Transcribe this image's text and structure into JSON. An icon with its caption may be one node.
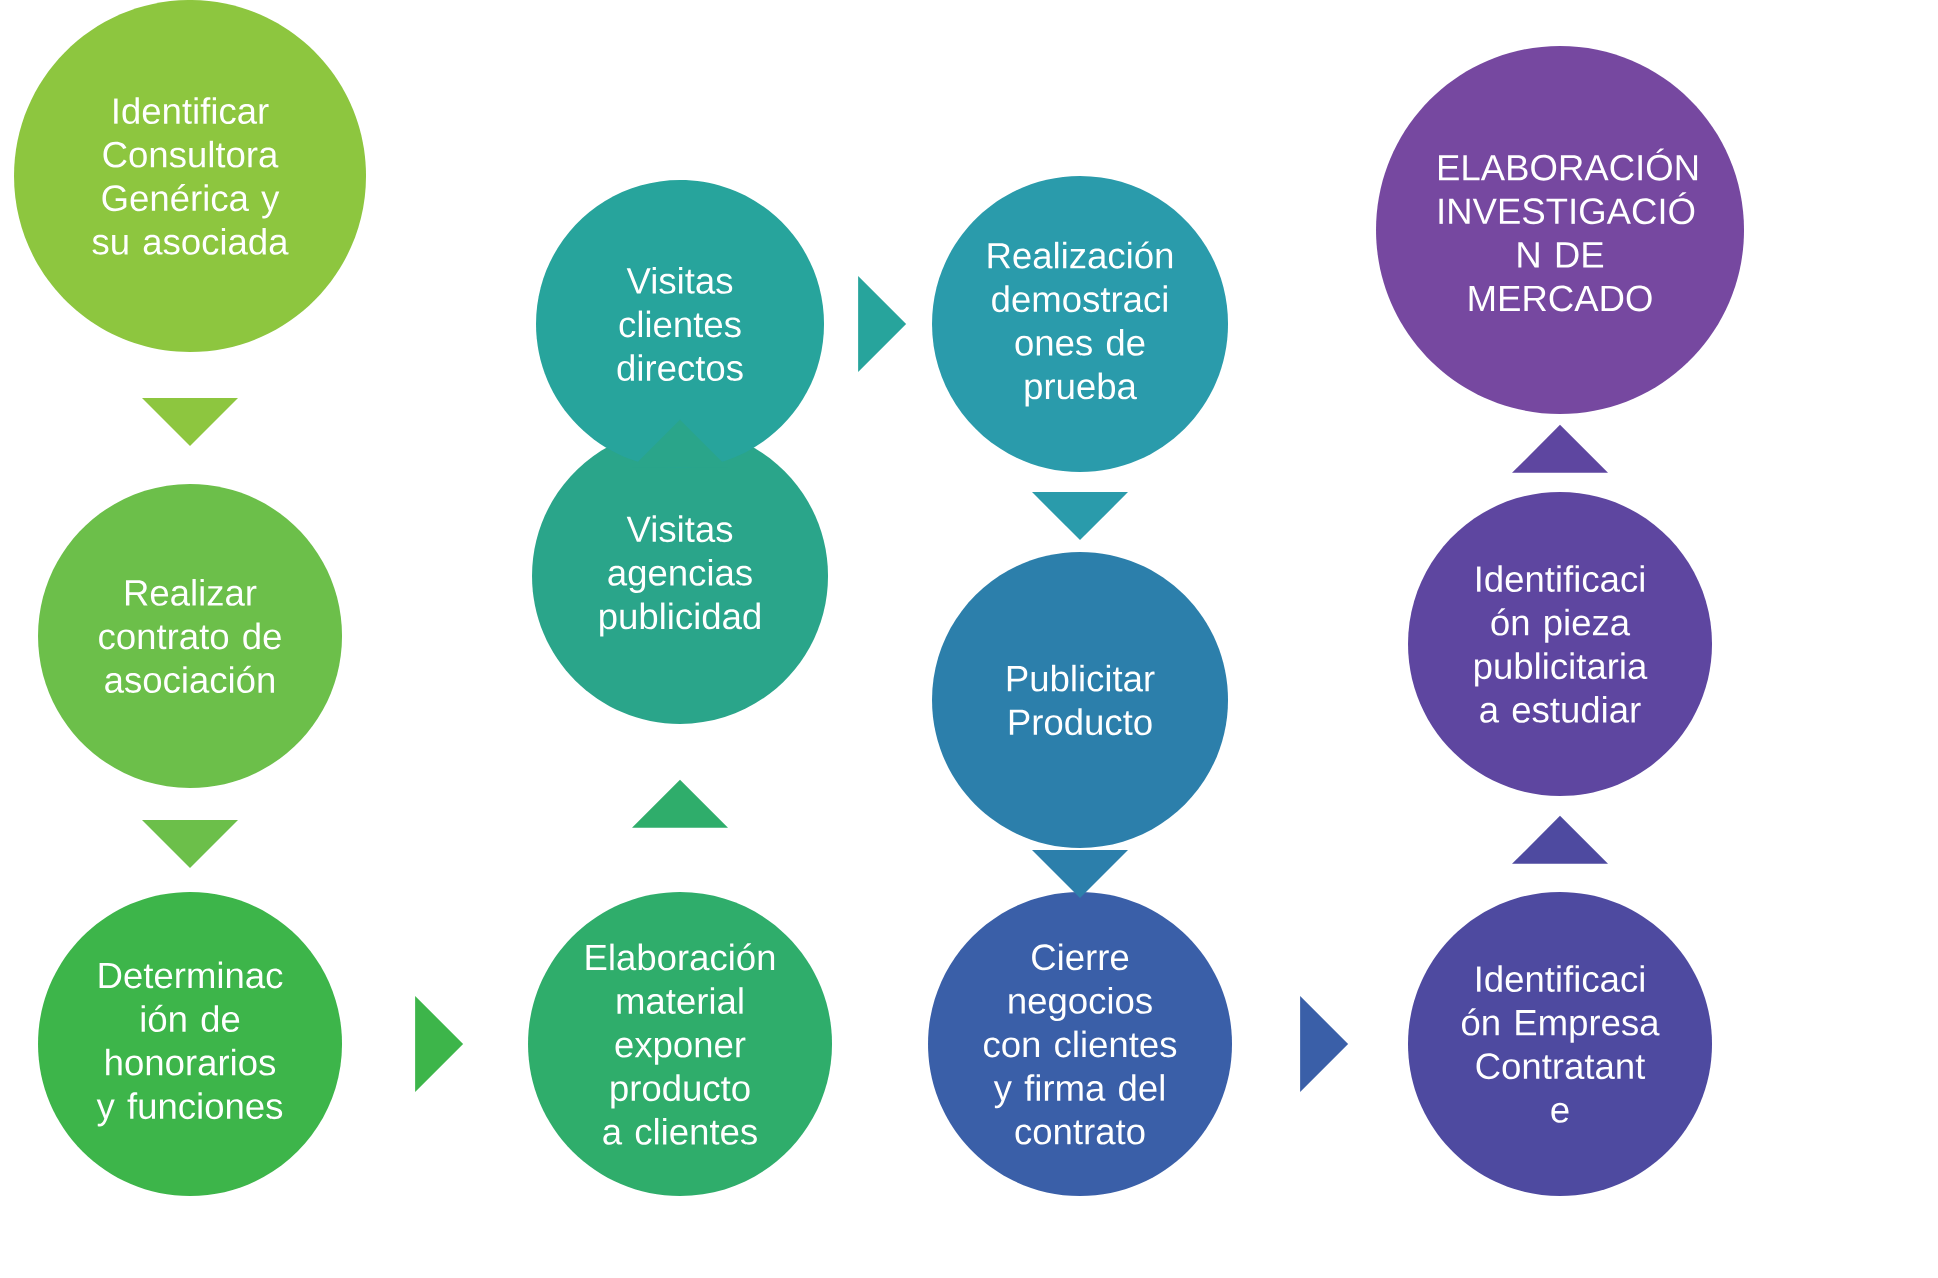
{
  "diagram": {
    "nodes": [
      {
        "text": [
          "Identificar Consultora Genérica y su asociada"
        ]
      },
      {
        "text": [
          "Realizar contrato de asociación"
        ]
      },
      {
        "text": [
          "Determinac ión de honorarios y funciones"
        ]
      },
      {
        "text": [
          "Elaboración material exponer producto a clientes"
        ]
      },
      {
        "text": [
          "Visitas agencias publicidad"
        ]
      },
      {
        "text": [
          "Visitas clientes directos"
        ]
      },
      {
        "text": [
          "Realización demostraci ones de prueba"
        ]
      },
      {
        "text": [
          "Publicitar Producto"
        ]
      },
      {
        "text": [
          "Cierre negocios con clientes y firma del contrato"
        ]
      },
      {
        "text": [
          "Identificaci ón Empresa Contratant e"
        ]
      },
      {
        "text": [
          "Identificaci ón pieza publicitaria a estudiar"
        ]
      },
      {
        "text": [
          "ELABORACIÓN INVESTIGACIÓ N DE MERCADO"
        ]
      }
    ],
    "edges": [
      {
        "from": 0,
        "to": 1,
        "arrow": "to",
        "color": "#8dc63f"
      },
      {
        "from": 1,
        "to": 2,
        "arrow": "to",
        "color": "#6cbf4a"
      },
      {
        "from": 2,
        "to": 3,
        "arrow": "to",
        "color": "#3db54a"
      },
      {
        "from": 3,
        "to": 4,
        "arrow": "to",
        "color": "#2fad6b"
      },
      {
        "from": 4,
        "to": 5,
        "arrow": "to",
        "color": "#2aa58a"
      },
      {
        "from": 5,
        "to": 6,
        "arrow": "to",
        "color": "#27a49c"
      },
      {
        "from": 6,
        "to": 7,
        "arrow": "to",
        "color": "#2a9bab"
      },
      {
        "from": 7,
        "to": 8,
        "arrow": "to",
        "color": "#2c7fab"
      },
      {
        "from": 8,
        "to": 9,
        "arrow": "to",
        "color": "#3a5fa8"
      },
      {
        "from": 9,
        "to": 10,
        "arrow": "to",
        "color": "#4e4aa0"
      },
      {
        "from": 10,
        "to": 11,
        "arrow": "to",
        "color": "#5e46a0"
      }
    ]
  }
}
